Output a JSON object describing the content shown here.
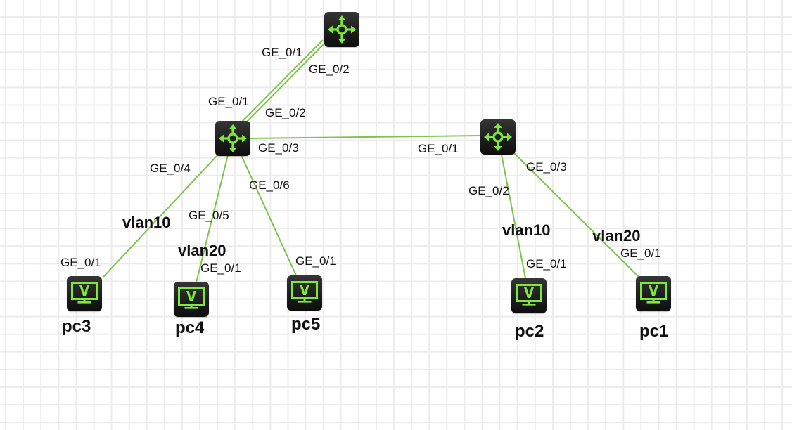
{
  "colors": {
    "link": "#7cc44a",
    "icon_green": "#7dea3a",
    "node_bg": "#1c1c1c"
  },
  "devices": {
    "core_switch": {
      "type": "switch",
      "icon": "router-arrows-icon"
    },
    "left_switch": {
      "type": "switch",
      "icon": "router-arrows-icon"
    },
    "right_switch": {
      "type": "switch",
      "icon": "router-arrows-icon"
    },
    "pc1": {
      "type": "pc",
      "icon": "pc-monitor-icon",
      "name": "pc1"
    },
    "pc2": {
      "type": "pc",
      "icon": "pc-monitor-icon",
      "name": "pc2"
    },
    "pc3": {
      "type": "pc",
      "icon": "pc-monitor-icon",
      "name": "pc3"
    },
    "pc4": {
      "type": "pc",
      "icon": "pc-monitor-icon",
      "name": "pc4"
    },
    "pc5": {
      "type": "pc",
      "icon": "pc-monitor-icon",
      "name": "pc5"
    }
  },
  "links": [
    {
      "from": "core_switch",
      "from_port": "GE_0/1",
      "to": "left_switch",
      "to_port": "GE_0/1"
    },
    {
      "from": "core_switch",
      "from_port": "GE_0/2",
      "to": "left_switch",
      "to_port": "GE_0/2"
    },
    {
      "from": "left_switch",
      "from_port": "GE_0/3",
      "to": "right_switch",
      "to_port": "GE_0/1"
    },
    {
      "from": "left_switch",
      "from_port": "GE_0/4",
      "to": "pc3",
      "to_port": "GE_0/1",
      "vlan": "vlan10"
    },
    {
      "from": "left_switch",
      "from_port": "GE_0/5",
      "to": "pc4",
      "to_port": "GE_0/1",
      "vlan": "vlan20"
    },
    {
      "from": "left_switch",
      "from_port": "GE_0/6",
      "to": "pc5",
      "to_port": "GE_0/1"
    },
    {
      "from": "right_switch",
      "from_port": "GE_0/2",
      "to": "pc2",
      "to_port": "GE_0/1",
      "vlan": "vlan10"
    },
    {
      "from": "right_switch",
      "from_port": "GE_0/3",
      "to": "pc1",
      "to_port": "GE_0/1",
      "vlan": "vlan20"
    }
  ],
  "labels": {
    "core_ge01": "GE_0/1",
    "core_ge02": "GE_0/2",
    "left_ge01": "GE_0/1",
    "left_ge02": "GE_0/2",
    "left_ge03": "GE_0/3",
    "left_ge04": "GE_0/4",
    "left_ge05": "GE_0/5",
    "left_ge06": "GE_0/6",
    "right_ge01": "GE_0/1",
    "right_ge02": "GE_0/2",
    "right_ge03": "GE_0/3",
    "pc3_ge01": "GE_0/1",
    "pc4_ge01": "GE_0/1",
    "pc5_ge01": "GE_0/1",
    "pc2_ge01": "GE_0/1",
    "pc1_ge01": "GE_0/1",
    "vlan_pc3": "vlan10",
    "vlan_pc4": "vlan20",
    "vlan_pc2": "vlan10",
    "vlan_pc1": "vlan20"
  }
}
